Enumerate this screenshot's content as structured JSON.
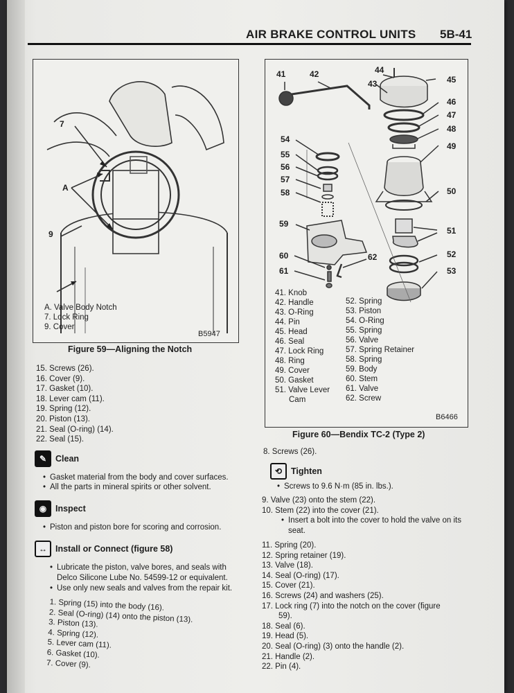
{
  "header": {
    "title": "AIR BRAKE CONTROL UNITS",
    "page": "5B-41"
  },
  "figure59": {
    "callouts": [
      "7",
      "A",
      "9"
    ],
    "legend": [
      "A. Valve Body Notch",
      "7. Lock Ring",
      "9. Cover"
    ],
    "code": "B5947",
    "caption": "Figure 59—Aligning the Notch"
  },
  "figure60": {
    "callouts": [
      "41",
      "42",
      "44",
      "43",
      "45",
      "46",
      "47",
      "48",
      "49",
      "54",
      "55",
      "56",
      "57",
      "58",
      "50",
      "59",
      "51",
      "60",
      "62",
      "52",
      "61",
      "53"
    ],
    "legend_left": [
      "41. Knob",
      "42. Handle",
      "43. O-Ring",
      "44. Pin",
      "45. Head",
      "46. Seal",
      "47. Lock Ring",
      "48. Ring",
      "49. Cover",
      "50. Gasket",
      "51. Valve Lever",
      "Cam"
    ],
    "legend_right": [
      "52. Spring",
      "53. Piston",
      "54. O-Ring",
      "55. Spring",
      "56. Valve",
      "57. Spring Retainer",
      "58. Spring",
      "59. Body",
      "60. Stem",
      "61. Valve",
      "62. Screw"
    ],
    "code": "B6466",
    "caption": "Figure 60—Bendix TC-2 (Type 2)"
  },
  "left_list1": [
    "15. Screws (26).",
    "16. Cover (9).",
    "17. Gasket (10).",
    "18. Lever cam (11).",
    "19. Spring (12).",
    "20. Piston (13).",
    "21. Seal (O-ring) (14).",
    "22. Seal (15)."
  ],
  "clean": {
    "title": "Clean",
    "bullets": [
      "Gasket material from the body and cover surfaces.",
      "All the parts in mineral spirits or other solvent."
    ]
  },
  "inspect": {
    "title": "Inspect",
    "bullets": [
      "Piston and piston bore for scoring and corrosion."
    ]
  },
  "install": {
    "title": "Install or Connect (figure 58)",
    "bullets": [
      "Lubricate the piston, valve bores, and seals with Delco Silicone Lube No. 54599-12 or equivalent.",
      "Use only new seals and valves from the repair kit."
    ],
    "steps": [
      "1. Spring (15) into the body (16).",
      "2. Seal (O-ring) (14) onto the piston (13).",
      "3. Piston (13).",
      "4. Spring (12).",
      "5. Lever cam (11).",
      "6. Gasket (10).",
      "7. Cover (9)."
    ]
  },
  "right_col": {
    "step8": "8. Screws (26).",
    "tighten_title": "Tighten",
    "tighten_bullet": "Screws to 9.6 N·m (85 in. lbs.).",
    "steps_a": [
      "9. Valve (23) onto the stem (22).",
      "10. Stem (22) into the cover (21)."
    ],
    "insert_bullet": "Insert a bolt into the cover to hold the valve on its seat.",
    "steps_b": [
      "11. Spring (20).",
      "12. Spring retainer (19).",
      "13. Valve (18).",
      "14. Seal (O-ring) (17).",
      "15. Cover (21).",
      "16. Screws (24) and washers (25).",
      "17. Lock ring (7) into the notch on the cover (figure",
      "59).",
      "18. Seal (6).",
      "19. Head (5).",
      "20. Seal (O-ring) (3) onto the handle (2).",
      "21. Handle (2).",
      "22. Pin (4)."
    ]
  }
}
